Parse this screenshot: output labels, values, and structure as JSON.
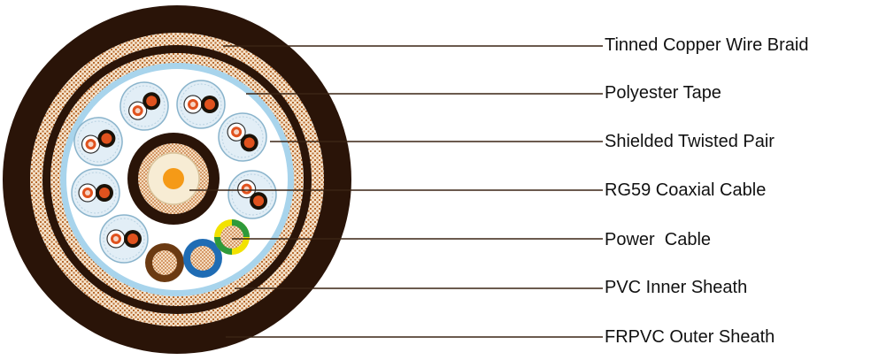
{
  "labels": [
    {
      "id": "braid",
      "text": "Tinned Copper Wire Braid"
    },
    {
      "id": "tape",
      "text": "Polyester Tape"
    },
    {
      "id": "pair",
      "text": "Shielded Twisted Pair"
    },
    {
      "id": "coax",
      "text": "RG59 Coaxial Cable"
    },
    {
      "id": "power",
      "text": "Power  Cable"
    },
    {
      "id": "inner",
      "text": "PVC Inner Sheath"
    },
    {
      "id": "outer",
      "text": "FRPVC Outer Sheath"
    }
  ],
  "colors": {
    "sheath": "#2a1408",
    "braid_bg": "#f4e3cc",
    "braid_dot": "#b86a2e",
    "tape": "#a8d4ec",
    "filler": "#ffffff",
    "pair_fill": "#e2eef6",
    "conductor_orange": "#e0521e",
    "conductor_black": "#1a1208",
    "coax_core": "#f59a17",
    "coax_dielectric": "#f7ecd4",
    "power_brown": "#6b3a12",
    "power_blue": "#1f6cb4",
    "power_yellow": "#f2e200",
    "power_green": "#2e9a3a",
    "leader": "#3a2414"
  }
}
